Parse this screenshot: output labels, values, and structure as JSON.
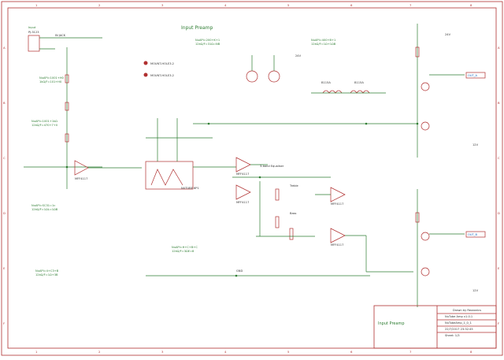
{
  "sheet": {
    "title": "Input Preamp",
    "footer_title": "Input Preamp",
    "drawn_by": "Drawn by Rezzonics",
    "project": "NuTube Amp v1.0.1",
    "filename": "NuTubeAmp_1_0_1",
    "date": "22/7/2017 23:32:45",
    "sheet_no": "Sheet: 1/3",
    "col_markers": [
      "1",
      "2",
      "3",
      "4",
      "5",
      "6",
      "7",
      "8"
    ],
    "row_markers": [
      "A",
      "B",
      "C",
      "D",
      "E",
      "F"
    ]
  },
  "labels": {
    "input": "Input",
    "jack": "PJ-3123",
    "in_jack": "IN JACK",
    "mount1": "MOUNT-HOLE3.2",
    "mount2": "MOUNT-HOLE3.2",
    "nutube": "NUTUBE 6P1",
    "eq": "3-band Equaliser",
    "treble": "Treble",
    "bass": "Bass",
    "gnd": "GND",
    "v24": "24V",
    "v12": "12V",
    "out_a": "OUT_A",
    "out_b": "OUT_B",
    "bl": "B115A",
    "plus_wire1": "+24V",
    "plus_wire2": "+24V"
  },
  "notes": [
    "NuAPI=1001+H0",
    "1kΩ/F=101+H0",
    "NuAPI=1001+1kΩ",
    "12kΩ/F=470+7+0",
    "NuAPI=SC31=1c",
    "12kΩ/F=1ΩL=1ΩB",
    "NuAPI=200+K+1",
    "12kΩ/F=31Ω=NB",
    "NuAPI=400+B+1",
    "12kΩ/F=1Ω+1ΩB",
    "NuAPI=H+C+B+C",
    "12kΩ/F=3ΩE=8",
    "NuAPI=4+C3+B",
    "12kΩ/F=1Ω+3B"
  ],
  "refs": {
    "tl072": "MFF4117",
    "opamp1": "MFF4117",
    "opamp2": "MFF4117",
    "opamp3": "MFF4117",
    "opamp4": "MFF4117"
  }
}
